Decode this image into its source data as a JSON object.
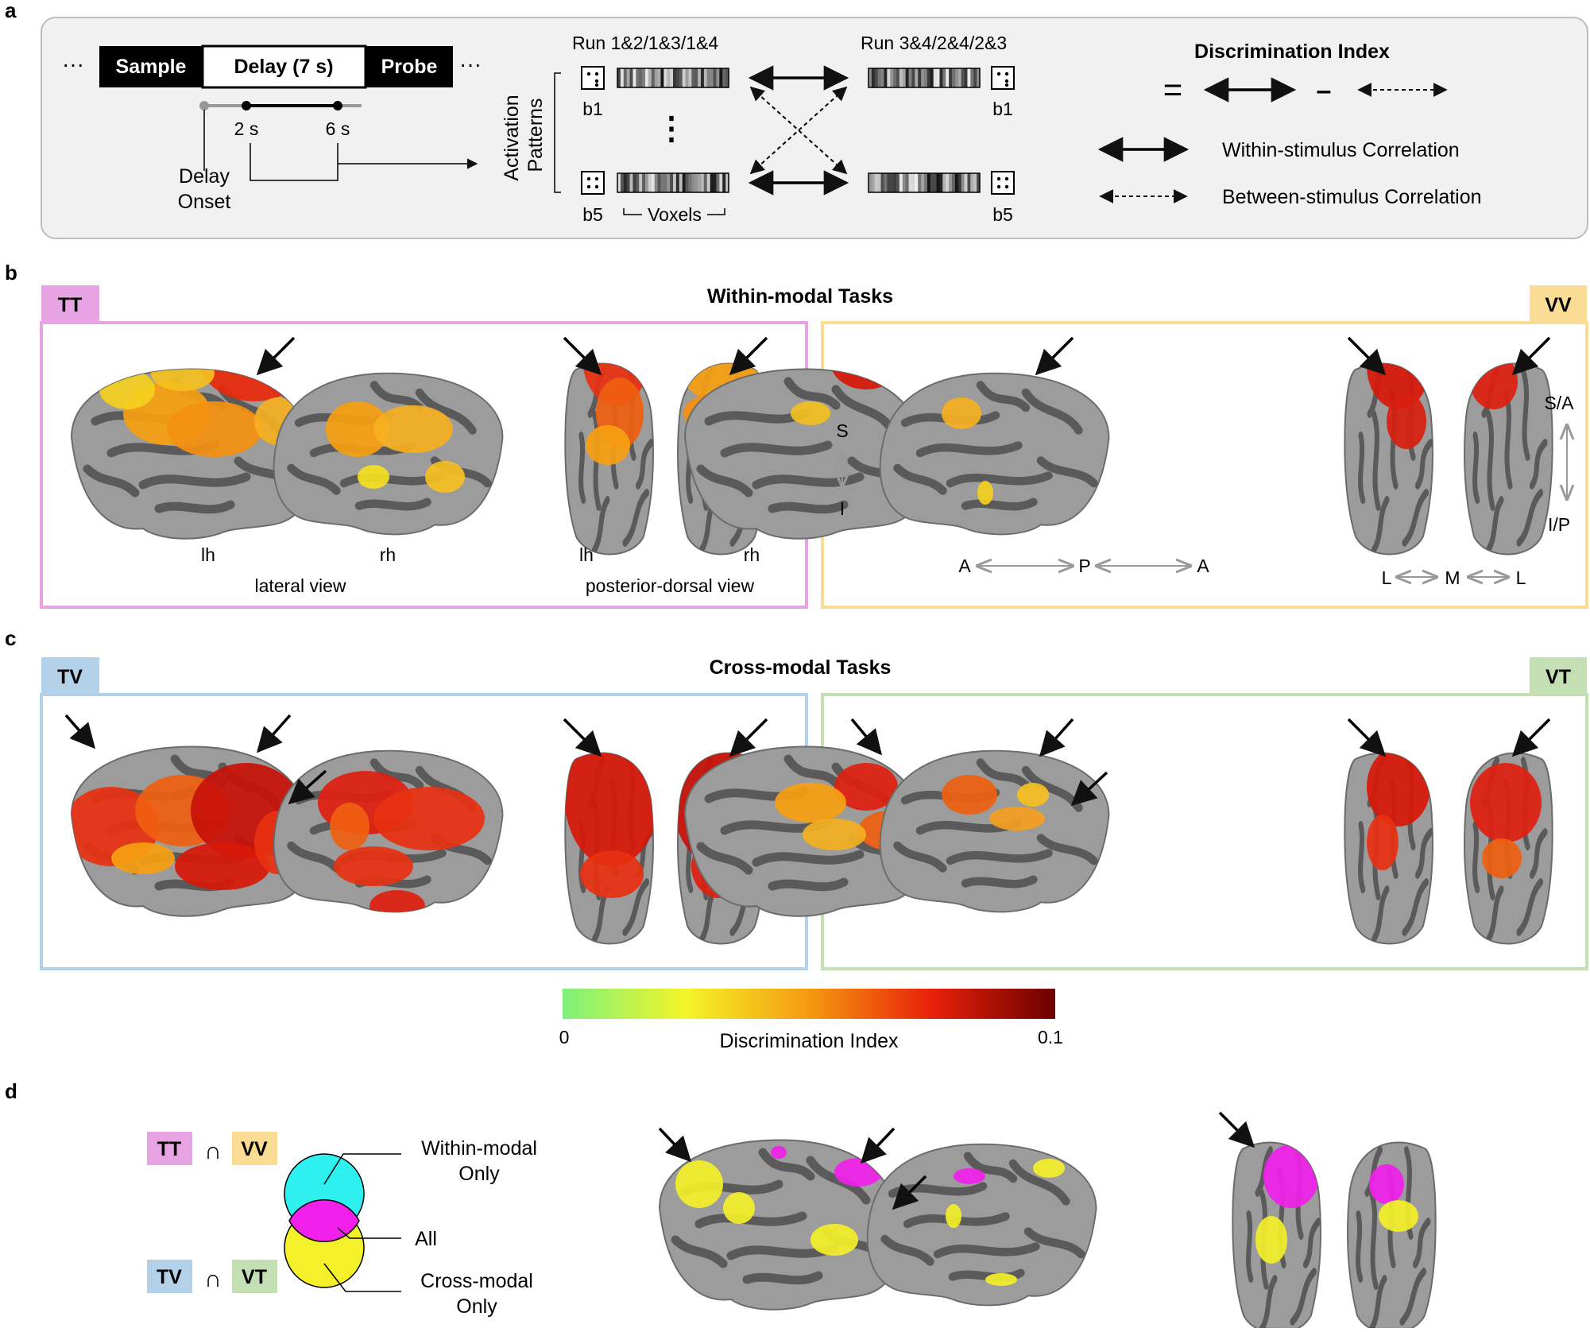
{
  "panel_labels": {
    "a": "a",
    "b": "b",
    "c": "c",
    "d": "d"
  },
  "panel_a": {
    "ellipsis": "···",
    "trial": {
      "sample": "Sample",
      "delay": "Delay (7 s)",
      "probe": "Probe"
    },
    "timeline": {
      "t2": "2 s",
      "t6": "6 s",
      "onset_line1": "Delay",
      "onset_line2": "Onset"
    },
    "patterns_label_line1": "Activation",
    "patterns_label_line2": "Patterns",
    "run_left": "Run 1&2/1&3/1&4",
    "run_right": "Run 3&4/2&4/2&3",
    "b1": "b1",
    "b5": "b5",
    "voxels": "Voxels",
    "vdots": "⋮",
    "discrimination_index": "Discrimination Index",
    "equals": "=",
    "minus": "–",
    "within_legend": "Within-stimulus Correlation",
    "between_legend": "Between-stimulus Correlation"
  },
  "panel_b": {
    "title": "Within-modal Tasks",
    "tag_left": "TT",
    "tag_right": "VV",
    "lh": "lh",
    "rh": "rh",
    "lateral_view": "lateral view",
    "posterior_dorsal_view": "posterior-dorsal view",
    "orient": {
      "S": "S",
      "I": "I",
      "A": "A",
      "P": "P",
      "SA": "S/A",
      "IP": "I/P",
      "L": "L",
      "M": "M"
    }
  },
  "panel_c": {
    "title": "Cross-modal Tasks",
    "tag_left": "TV",
    "tag_right": "VT"
  },
  "colorbar": {
    "min": "0",
    "max": "0.1",
    "label": "Discrimination Index",
    "range": [
      0,
      0.1
    ]
  },
  "panel_d": {
    "tt": "TT",
    "vv": "VV",
    "tv": "TV",
    "vt": "VT",
    "cap": "∩",
    "within_only_line1": "Within-modal",
    "within_only_line2": "Only",
    "all": "All",
    "cross_only_line1": "Cross-modal",
    "cross_only_line2": "Only"
  },
  "colors": {
    "tt": "#e8a3e3",
    "vv": "#fbdc94",
    "tv": "#b4d1ea",
    "vt": "#c4dfb3",
    "brain_light": "#9c9c9c",
    "brain_dark": "#5a5a5a",
    "within_only": "#2ef0ee",
    "all": "#f020ea",
    "cross_only": "#f4f02a"
  }
}
